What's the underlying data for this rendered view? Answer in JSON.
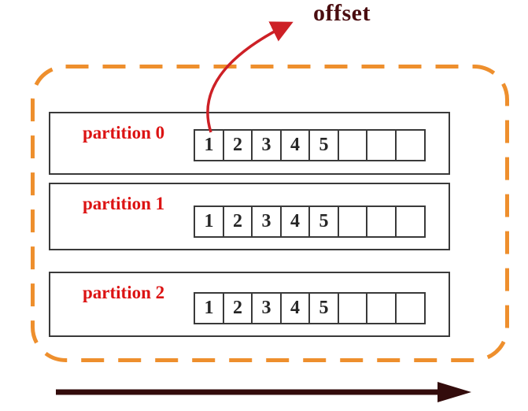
{
  "offset_label": "offset",
  "partitions": [
    {
      "label": "partition 0",
      "cells": [
        "1",
        "2",
        "3",
        "4",
        "5",
        "",
        "",
        ""
      ]
    },
    {
      "label": "partition 1",
      "cells": [
        "1",
        "2",
        "3",
        "4",
        "5",
        "",
        "",
        ""
      ]
    },
    {
      "label": "partition 2",
      "cells": [
        "1",
        "2",
        "3",
        "4",
        "5",
        "",
        "",
        ""
      ]
    }
  ],
  "icons": {
    "pointer_arrow": "curved-red-arrow-from-first-cell-to-offset",
    "direction_arrow": "thick-right-arrow"
  },
  "colors": {
    "dashed_container_border": "#ee8f2d",
    "partition_label_red": "#dc1313",
    "offset_text_maroon": "#4a0d10",
    "pointer_arrow_red": "#cd2026",
    "direction_arrow_maroon": "#330c0c",
    "box_border_gray": "#3a3a3a",
    "cell_number_dark": "#262626",
    "background": "#ffffff"
  }
}
